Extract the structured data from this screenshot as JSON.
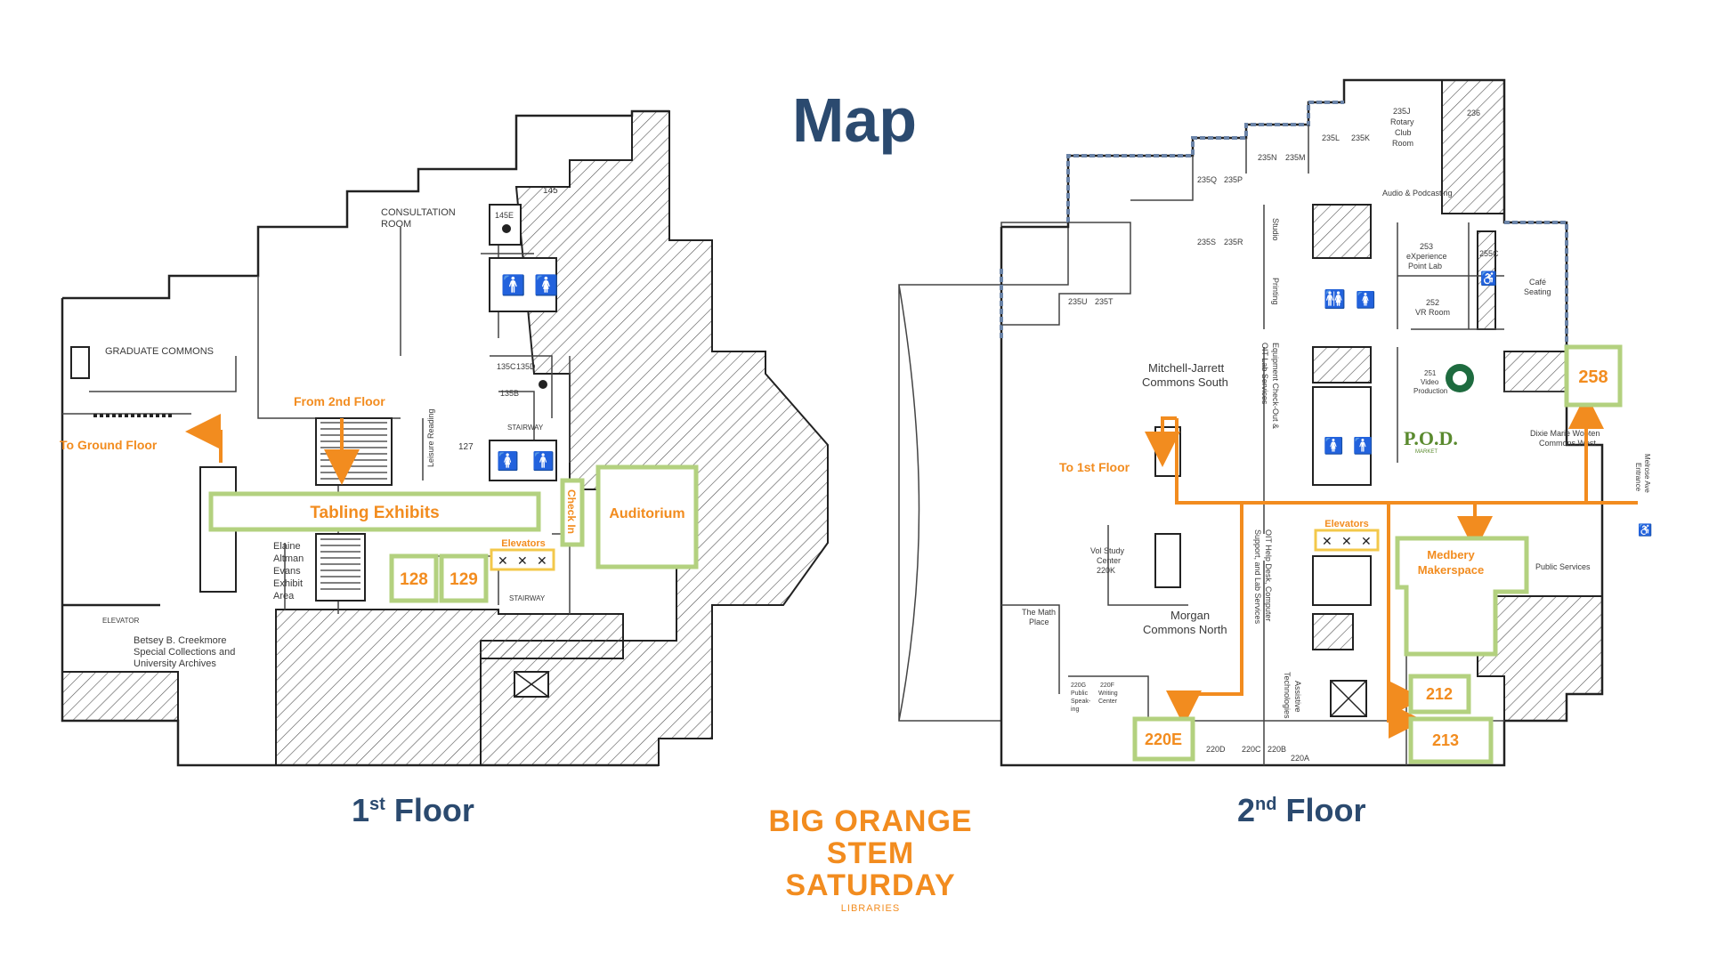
{
  "title": "Map",
  "floor1": {
    "label_num": "1",
    "label_sup": "st",
    "label_word": "Floor",
    "rooms": {
      "consultation_room_1": "CONSULTATION",
      "consultation_room_2": "ROOM",
      "r145e": "145E",
      "r145": "145",
      "graduate_commons": "GRADUATE COMMONS",
      "r135c": "135C",
      "r135d": "135D",
      "r135b": "135B",
      "stairway_upper": "STAIRWAY",
      "r127": "127",
      "leisure_reading": "Leisure Reading",
      "elaine_1": "Elaine",
      "elaine_2": "Altman",
      "elaine_3": "Evans",
      "elaine_4": "Exhibit",
      "elaine_5": "Area",
      "stairway_lower": "STAIRWAY",
      "elevator": "ELEVATOR",
      "creekmore_1": "Betsey B. Creekmore",
      "creekmore_2": "Special Collections and",
      "creekmore_3": "University Archives"
    },
    "highlights": {
      "from_2nd_floor": "From 2nd Floor",
      "to_ground_floor": "To Ground Floor",
      "tabling_exhibits": "Tabling Exhibits",
      "check_in": "Check In",
      "auditorium": "Auditorium",
      "elevators": "Elevators",
      "room_128": "128",
      "room_129": "129"
    }
  },
  "floor2": {
    "label_num": "2",
    "label_sup": "nd",
    "label_word": "Floor",
    "rooms": {
      "r235j_1": "235J",
      "r235j_2": "Rotary",
      "r235j_3": "Club",
      "r235j_4": "Room",
      "r236": "236",
      "r235l": "235L",
      "r235k": "235K",
      "r235n": "235N",
      "r235m": "235M",
      "r235q": "235Q",
      "r235p": "235P",
      "audio_podcasting": "Audio & Podcasting",
      "studio": "Studio",
      "r253_1": "253",
      "r253_2": "eXperience",
      "r253_3": "Point Lab",
      "r255c": "255C",
      "r235s": "235S",
      "r235r": "235R",
      "cafe_1": "Café",
      "cafe_2": "Seating",
      "printing": "Printing",
      "r252_1": "252",
      "r252_2": "VR Room",
      "r235u": "235U",
      "r235t": "235T",
      "equipment_1": "Equipment Check-Out &",
      "equipment_2": "OIT Lab Services",
      "mitchell_1": "Mitchell-Jarrett",
      "mitchell_2": "Commons South",
      "r251_1": "251",
      "r251_2": "Video",
      "r251_3": "Production",
      "pod_1": "P.O.D.",
      "pod_2": "MARKET",
      "dixie_1": "Dixie Marie Wooten",
      "dixie_2": "Commons West",
      "melrose_1": "Melrose Ave",
      "melrose_2": "Entrance",
      "public_services": "Public Services",
      "oit_1": "OIT Help Desk, Computer",
      "oit_2": "Support, and Lab Services",
      "vol_1": "Vol Study",
      "vol_2": "Center",
      "vol_3": "220K",
      "math_1": "The Math",
      "math_2": "Place",
      "morgan_1": "Morgan",
      "morgan_2": "Commons North",
      "assistive_1": "Assistive",
      "assistive_2": "Technologies",
      "r220g_1": "220G",
      "r220g_2": "Public",
      "r220g_3": "Speak-",
      "r220g_4": "ing",
      "r220f_1": "220F",
      "r220f_2": "Writing",
      "r220f_3": "Center",
      "r220d": "220D",
      "r220c": "220C",
      "r220b": "220B",
      "r220a": "220A"
    },
    "highlights": {
      "to_1st_floor": "To 1st Floor",
      "elevators": "Elevators",
      "room_258": "258",
      "medbery_1": "Medbery",
      "medbery_2": "Makerspace",
      "room_212": "212",
      "room_213": "213",
      "room_220e": "220E"
    }
  },
  "logo": {
    "line1": "BIG ORANGE",
    "line2": "STEM SATURDAY",
    "line3": "LIBRARIES"
  },
  "colors": {
    "title": "#2b4a6f",
    "highlight_orange": "#f28c1f",
    "room_green": "#b3d17f",
    "elevator_yellow": "#f3c84b",
    "exterior_blue": "#6b84a8"
  }
}
